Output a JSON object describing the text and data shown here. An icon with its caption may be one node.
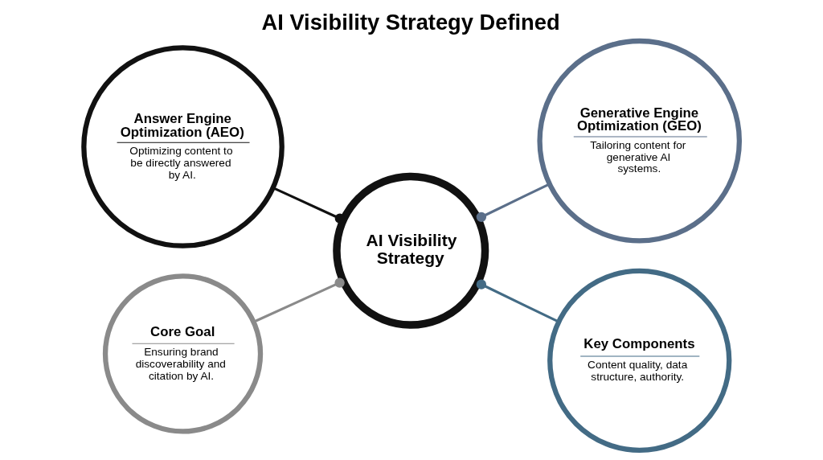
{
  "diagram": {
    "title": "AI Visibility Strategy Defined",
    "nodes": [
      {
        "text": [
          "Answer Engine Optimization (AEO)",
          "Optimizing content to be directly answered by AI."
        ]
      },
      {
        "text": [
          "Generative Engine Optimization (GEO)",
          "Tailoring content for generative AI systems."
        ]
      },
      {
        "text": [
          "AI Visibility Strategy"
        ]
      },
      {
        "text": [
          "Core Goal",
          "Ensuring brand discoverability and citation by AI."
        ]
      },
      {
        "text": [
          "Key Components",
          "Content quality, data structure, authority."
        ]
      }
    ],
    "edges": [
      {
        "from": 0,
        "to": 2,
        "arrow": "other",
        "color": "#111111"
      },
      {
        "from": 1,
        "to": 2,
        "arrow": "other",
        "color": "#5b6f8a"
      },
      {
        "from": 3,
        "to": 2,
        "arrow": "other",
        "color": "#8a8a8a"
      },
      {
        "from": 4,
        "to": 2,
        "arrow": "other",
        "color": "#436b85"
      }
    ]
  }
}
